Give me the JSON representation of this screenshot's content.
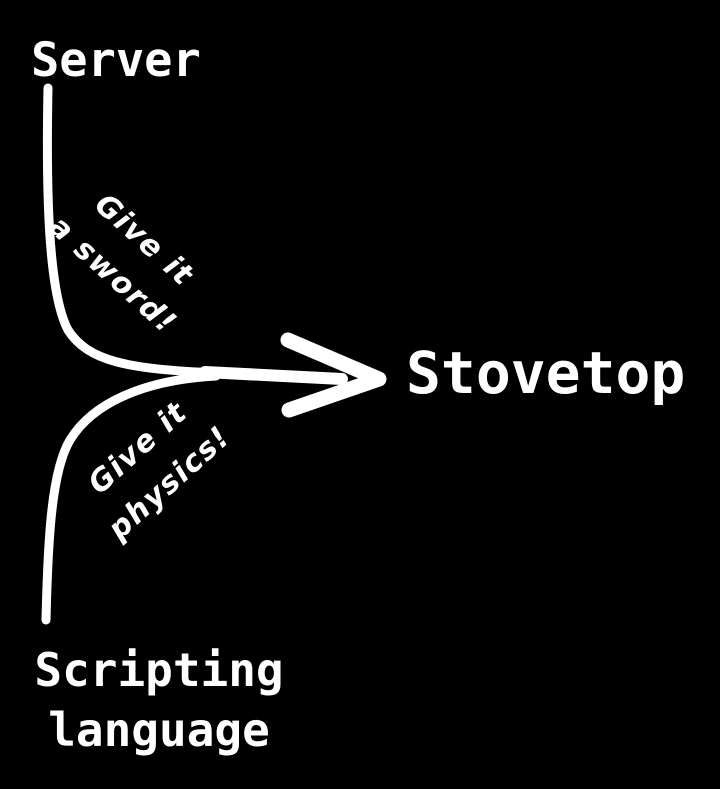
{
  "colors": {
    "background": "#000000",
    "ink": "#ffffff"
  },
  "nodes": {
    "server": {
      "label": "Server"
    },
    "scripting_language": {
      "line1": "Scripting",
      "line2": "language"
    },
    "stovetop": {
      "label": "Stovetop"
    }
  },
  "arrows": {
    "top_curve": {
      "from": "Server",
      "to": "Stovetop",
      "label_line1": "Give it",
      "label_line2": "a sword!"
    },
    "bottom_curve": {
      "from": "Scripting language",
      "to": "Stovetop",
      "label_line1": "Give it",
      "label_line2": "physics!"
    }
  }
}
